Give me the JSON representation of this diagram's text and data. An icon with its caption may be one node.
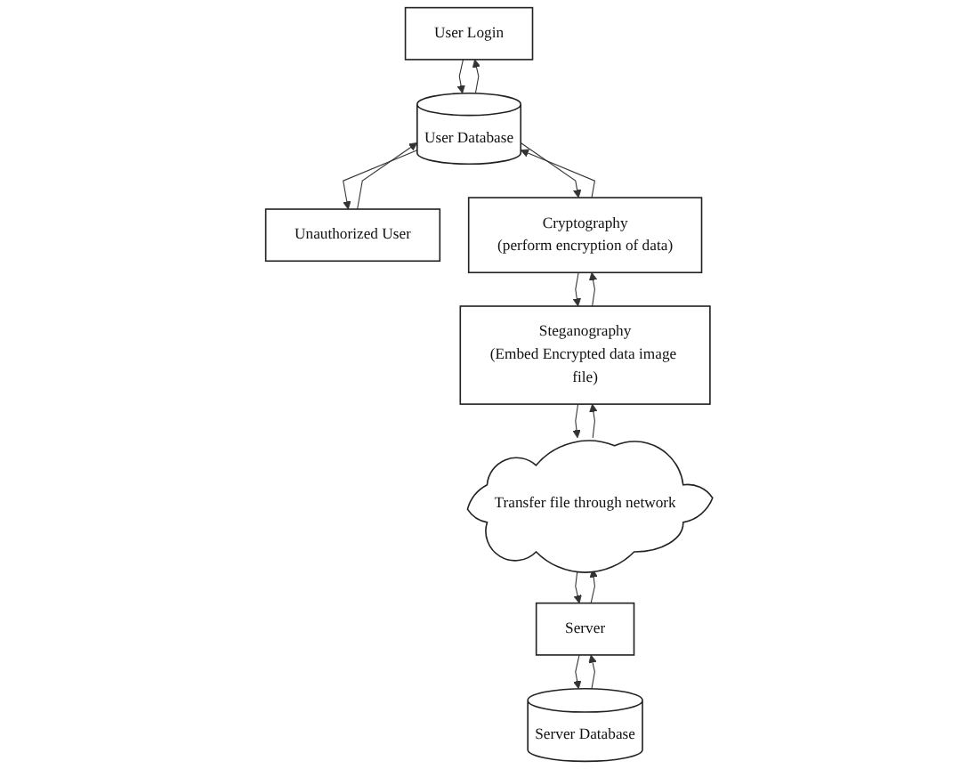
{
  "diagram": {
    "nodes": [
      {
        "text": [
          "User Login"
        ]
      },
      {
        "text": [
          "User Database"
        ]
      },
      {
        "text": [
          "Unauthorized User"
        ]
      },
      {
        "text": [
          "Cryptography",
          "(perform encryption of data)"
        ]
      },
      {
        "text": [
          "Steganography",
          "(Embed Encrypted data image file)"
        ]
      },
      {
        "text": [
          "Transfer file through network"
        ]
      },
      {
        "text": [
          "Server"
        ]
      },
      {
        "text": [
          "Server Database"
        ]
      }
    ],
    "edges": [
      {
        "from": 0,
        "to": 1,
        "arrow": "to"
      },
      {
        "from": 1,
        "to": 0,
        "arrow": "to"
      },
      {
        "from": 1,
        "to": 2,
        "arrow": "to"
      },
      {
        "from": 2,
        "to": 1,
        "arrow": "to"
      },
      {
        "from": 1,
        "to": 3,
        "arrow": "to"
      },
      {
        "from": 3,
        "to": 1,
        "arrow": "to"
      },
      {
        "from": 3,
        "to": 4,
        "arrow": "to"
      },
      {
        "from": 4,
        "to": 3,
        "arrow": "to"
      },
      {
        "from": 4,
        "to": 5,
        "arrow": "to"
      },
      {
        "from": 5,
        "to": 4,
        "arrow": "to"
      },
      {
        "from": 6,
        "to": 5,
        "arrow": "to"
      },
      {
        "from": 5,
        "to": 6,
        "arrow": "to"
      },
      {
        "from": 6,
        "to": 7,
        "arrow": "to"
      },
      {
        "from": 7,
        "to": 6,
        "arrow": "to"
      }
    ]
  }
}
